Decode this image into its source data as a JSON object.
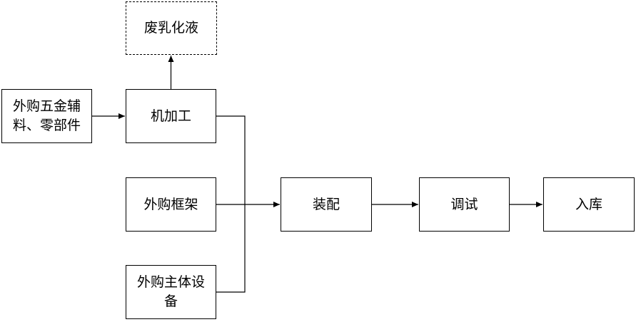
{
  "nodes": {
    "waste_emulsion": "废乳化液",
    "purchased_parts_line1": "外购五金辅",
    "purchased_parts_line2": "料、零部件",
    "machining": "机加工",
    "purchased_frame": "外购框架",
    "purchased_main_line1": "外购主体设",
    "purchased_main_line2": "备",
    "assembly": "装配",
    "debugging": "调试",
    "storage": "入库"
  },
  "colors": {
    "line": "#000000",
    "border": "#000000",
    "background": "#ffffff"
  }
}
